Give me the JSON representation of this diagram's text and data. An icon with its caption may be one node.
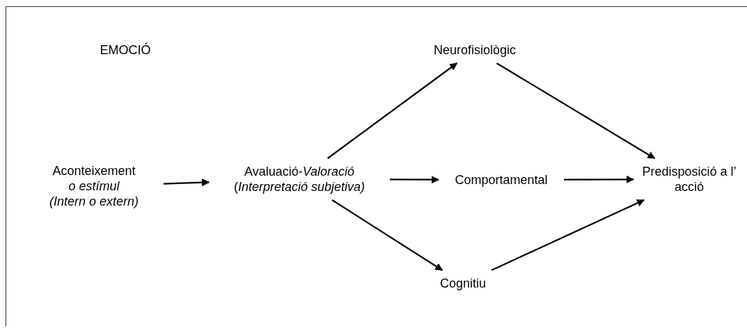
{
  "diagram": {
    "nodes": [
      {
        "text": [
          "Aconteixement",
          "*o estímul*",
          "*(Intern o extern)*"
        ]
      },
      {
        "text": [
          "Avaluació-*Valoració*",
          "(*Interpretació subjetiva)*"
        ]
      },
      {
        "text": [
          "Neurofisiològic"
        ]
      },
      {
        "text": [
          "Comportamental"
        ]
      },
      {
        "text": [
          "Cognitiu"
        ]
      },
      {
        "text": [
          "Predisposició a l’ acció"
        ]
      }
    ],
    "edges": [
      {
        "from": 0,
        "to": 1,
        "arrow": "to"
      },
      {
        "from": 1,
        "to": 2,
        "arrow": "to"
      },
      {
        "from": 1,
        "to": 3,
        "arrow": "to"
      },
      {
        "from": 1,
        "to": 4,
        "arrow": "to"
      },
      {
        "from": 2,
        "to": 5,
        "arrow": "to"
      },
      {
        "from": 3,
        "to": 5,
        "arrow": "to"
      },
      {
        "from": 4,
        "to": 5,
        "arrow": "to"
      }
    ],
    "labels": [
      "EMOCIÓ"
    ]
  }
}
